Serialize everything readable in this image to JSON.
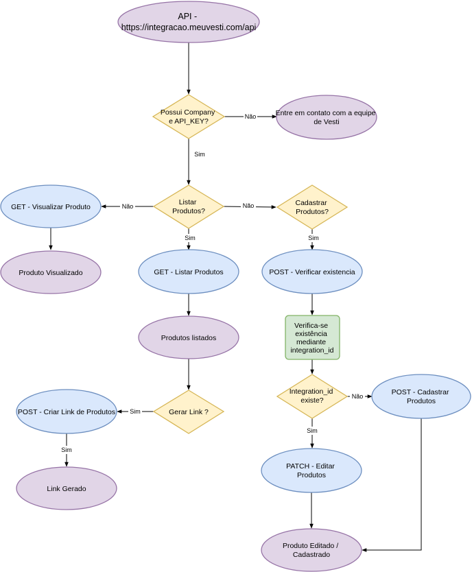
{
  "colors": {
    "purple_fill": "#e1d5e7",
    "purple_stroke": "#9673a6",
    "blue_fill": "#dae8fc",
    "blue_stroke": "#6c8ebf",
    "yellow_fill": "#fff2cc",
    "yellow_stroke": "#d6b656",
    "green_fill": "#d5e8d4",
    "green_stroke": "#82b366",
    "edge": "#000000"
  },
  "nodes": {
    "api": {
      "lines": [
        "API -",
        "https://integracao.meuvesti.com/api"
      ]
    },
    "possui_company": {
      "lines": [
        "Possui Company",
        "e API_KEY?"
      ]
    },
    "contato_vesti": {
      "lines": [
        "Entre em contato com a equipe",
        "de Vesti"
      ]
    },
    "listar_produtos": {
      "lines": [
        "Listar",
        "Produtos?"
      ]
    },
    "get_visualizar": {
      "lines": [
        "GET - Visualizar Produto"
      ]
    },
    "cadastrar_produtos_q": {
      "lines": [
        "Cadastrar",
        "Produtos?"
      ]
    },
    "produto_visualizado": {
      "lines": [
        "Produto Visualizado"
      ]
    },
    "get_listar": {
      "lines": [
        "GET - Listar Produtos"
      ]
    },
    "post_verificar": {
      "lines": [
        "POST - Verificar existencia"
      ]
    },
    "produtos_listados": {
      "lines": [
        "Produtos listados"
      ]
    },
    "verifica_existencia": {
      "lines": [
        "Verifica-se",
        "existência",
        "mediante",
        "integration_id"
      ]
    },
    "gerar_link": {
      "lines": [
        "Gerar Link ?"
      ]
    },
    "post_criar_link": {
      "lines": [
        "POST - Criar Link de Produtos"
      ]
    },
    "integration_existe": {
      "lines": [
        "Integration_id",
        "existe?"
      ]
    },
    "post_cadastrar": {
      "lines": [
        "POST - Cadastrar",
        "Produtos"
      ]
    },
    "patch_editar": {
      "lines": [
        "PATCH - Editar",
        "Produtos"
      ]
    },
    "link_gerado": {
      "lines": [
        "Link Gerado"
      ]
    },
    "produto_editado": {
      "lines": [
        "Produto Editado /",
        "Cadastrado"
      ]
    }
  },
  "edges": {
    "possui_nao": "Não",
    "possui_sim": "Sim",
    "listar_nao_left": "Não",
    "listar_nao_right": "Não",
    "listar_sim": "Sim",
    "cadastrar_sim": "Sim",
    "gerar_sim": "Sim",
    "criar_sim": "Sim",
    "integration_nao": "Não",
    "integration_sim": "Sim"
  }
}
